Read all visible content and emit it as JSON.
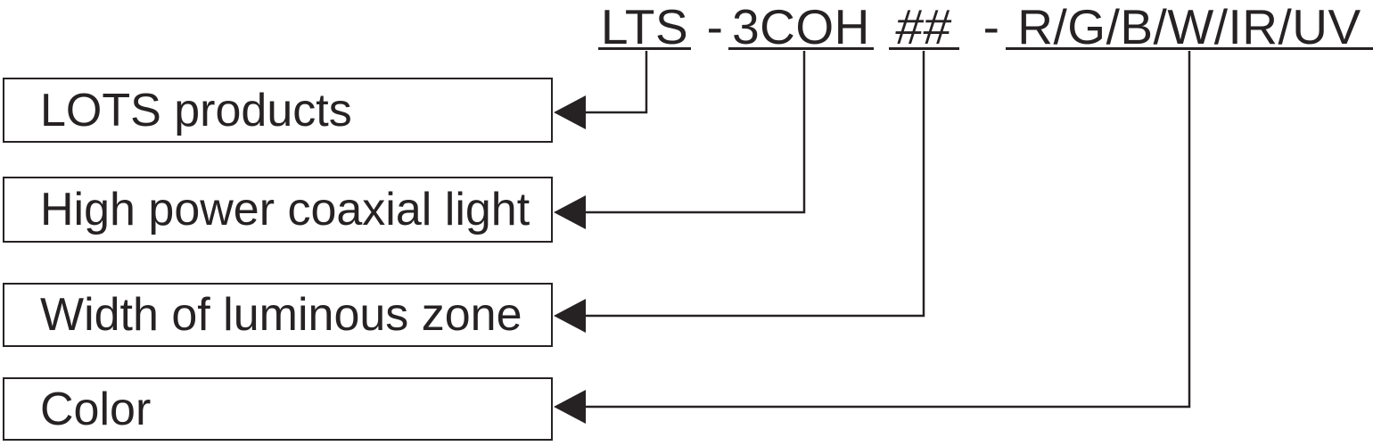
{
  "title": {
    "parts": [
      {
        "text": "LTS"
      },
      {
        "text": "-"
      },
      {
        "text": "3COH"
      },
      {
        "text": "##"
      },
      {
        "text": "-"
      },
      {
        "text": "R/G/B/W/IR/UV"
      }
    ]
  },
  "labels": {
    "lots_products": "LOTS products",
    "high_power_coaxial_light": "High power coaxial light",
    "width_of_luminous_zone": "Width of luminous zone",
    "color": "Color"
  },
  "colors": {
    "ink": "#262223",
    "background": "#ffffff"
  }
}
